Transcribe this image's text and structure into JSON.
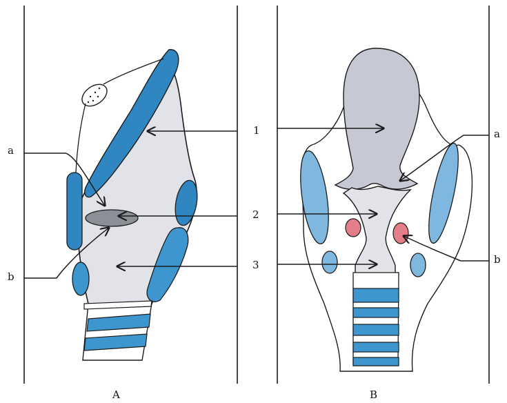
{
  "panels": {
    "left": {
      "caption": "A"
    },
    "right": {
      "caption": "B"
    }
  },
  "center_labels": {
    "one": "1",
    "two": "2",
    "three": "3"
  },
  "side_labels": {
    "a_left": "a",
    "b_left": "b",
    "a_right": "a",
    "b_right": "b"
  },
  "colors": {
    "cavity_fill": "#e1e3e9",
    "upper_cavity": "#c6c8d3",
    "cartilage_blue": "#2f86c1",
    "cartilage_light": "#7fb7de",
    "tracheal_ring": "#3e96ce",
    "pink_nodule": "#e47e8a",
    "grey_fold": "#8c8f96",
    "line": "#1b1b1b"
  }
}
